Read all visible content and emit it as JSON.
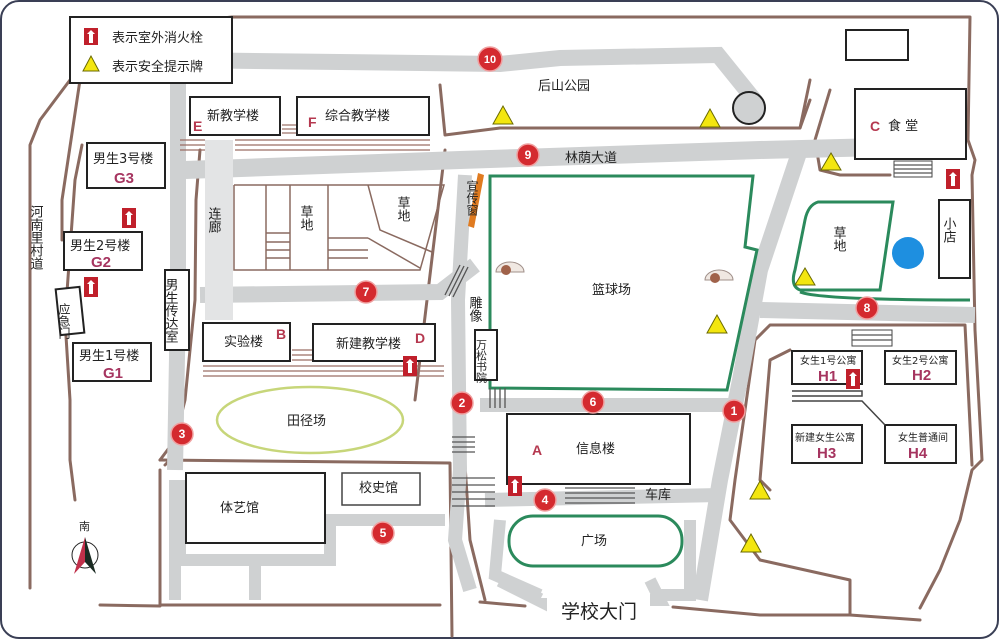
{
  "legend": {
    "hydrant": "表示室外消火栓",
    "warning_sign": "表示安全提示牌"
  },
  "colors": {
    "road": "#cfd1d2",
    "boundary": "#8a6a60",
    "green_outline": "#2b8a5c",
    "hydrant": "#c0202b",
    "warning_triangle": "#f3e60f",
    "point_marker": "#d42a2f",
    "building_code": "#b5384f",
    "pond": "#1e8fe0",
    "bulletin": "#e07b20"
  },
  "buildings": {
    "E": {
      "code": "E",
      "name": "新教学楼"
    },
    "F": {
      "code": "F",
      "name": "综合教学楼"
    },
    "B": {
      "code": "B",
      "name": "实验楼"
    },
    "D": {
      "code": "D",
      "name": "新建教学楼"
    },
    "A": {
      "code": "A",
      "name": "信息楼"
    },
    "C": {
      "code": "C",
      "name": "食 堂"
    },
    "G3": {
      "code": "G3",
      "name": "男生3号楼"
    },
    "G2": {
      "code": "G2",
      "name": "男生2号楼"
    },
    "G1": {
      "code": "G1",
      "name": "男生1号楼"
    },
    "H1": {
      "code": "H1",
      "name": "女生1号公寓"
    },
    "H2": {
      "code": "H2",
      "name": "女生2号公寓"
    },
    "H3": {
      "code": "H3",
      "name": "新建女生公寓"
    },
    "H4": {
      "code": "H4",
      "name": "女生普通间"
    }
  },
  "places": {
    "back_park": "后山公园",
    "boulevard": "林荫大道",
    "bulletin": "宣传窗",
    "basketball": "篮球场",
    "statue": "雕像",
    "library": "万松书院",
    "corridor": "连廊",
    "grass1": "草地",
    "grass2": "草地",
    "grass3": "草地",
    "track": "田径场",
    "gym": "体艺馆",
    "history": "校史馆",
    "garage": "车库",
    "square": "广场",
    "main_gate": "学校大门",
    "shop": "小店",
    "guard_room": "男生传达室",
    "emergency_gate": "应急门",
    "village_road": "河南里村道",
    "compass": "南"
  },
  "points": [
    "1",
    "2",
    "3",
    "4",
    "5",
    "6",
    "7",
    "8",
    "9",
    "10"
  ]
}
